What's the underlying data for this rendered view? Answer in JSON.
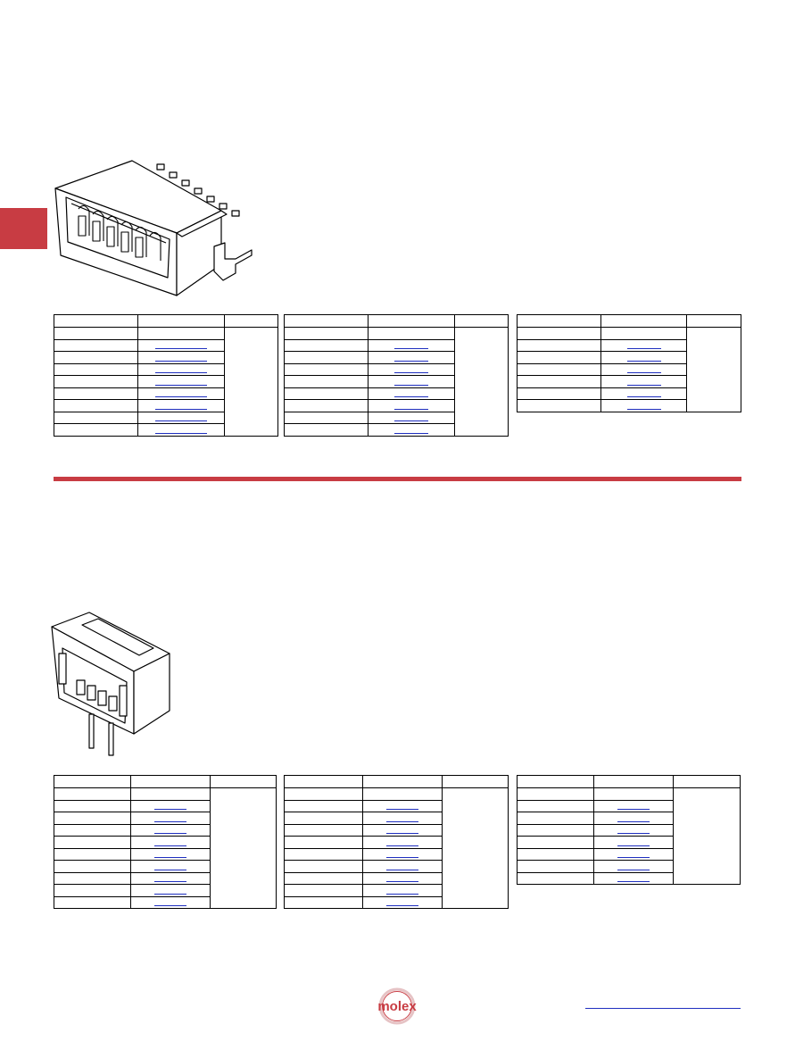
{
  "brand": {
    "logo_text": "molex",
    "accent_color": "#c83c43",
    "link_color": "#1f2fbf"
  },
  "section_top": {
    "tables": [
      {
        "rows": 9
      },
      {
        "rows": 9
      },
      {
        "rows": 7
      }
    ]
  },
  "section_bottom": {
    "tables": [
      {
        "rows": 10
      },
      {
        "rows": 10
      },
      {
        "rows": 8
      }
    ]
  }
}
